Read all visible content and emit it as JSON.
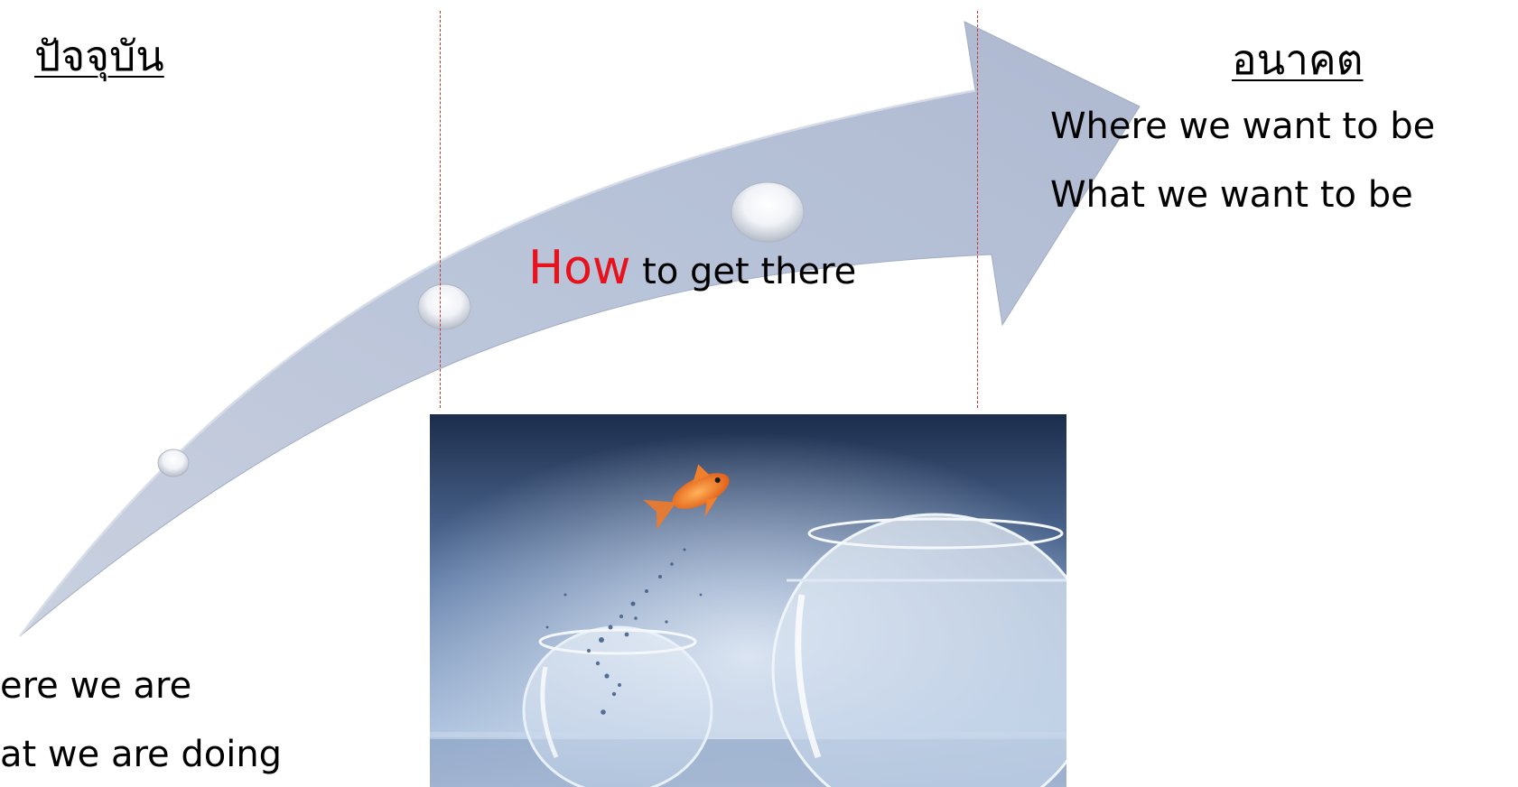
{
  "headings": {
    "present": "ปัจจุบัน",
    "future": "อนาคต"
  },
  "future_lines": [
    "Where we want to be",
    "What we want to be"
  ],
  "present_lines": [
    "ere we are",
    "at we are doing"
  ],
  "how": {
    "accent": "How",
    "rest": "to get there"
  },
  "colors": {
    "arrow": "#b4bfd6",
    "accent": "#e8121c",
    "guides": "#c0392b"
  },
  "icons": {
    "arrow": "curved-arrow-icon",
    "milestones": "milestone-dot-icon",
    "photo": "goldfish-jumping-bowl-image"
  }
}
